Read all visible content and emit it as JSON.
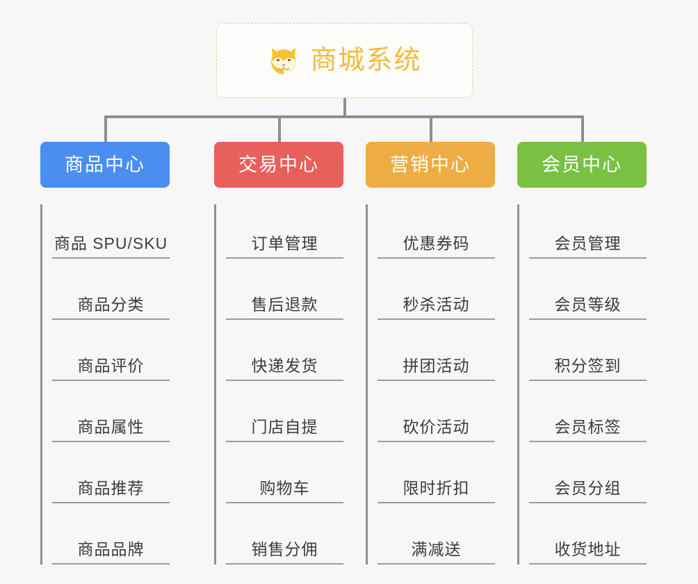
{
  "root": {
    "title": "商城系统",
    "icon": "shiba-dog-icon",
    "title_color": "#f5b940",
    "border_color": "#edc98a"
  },
  "colors": {
    "background": "#f7f7f7",
    "connector": "#8e8e8e",
    "item_text": "#3c3c3c",
    "item_rule": "#9b9b9b"
  },
  "columns": [
    {
      "label": "商品中心",
      "color": "#4a8ef0",
      "items": [
        "商品 SPU/SKU",
        "商品分类",
        "商品评价",
        "商品属性",
        "商品推荐",
        "商品品牌"
      ]
    },
    {
      "label": "交易中心",
      "color": "#e8605c",
      "items": [
        "订单管理",
        "售后退款",
        "快递发货",
        "门店自提",
        "购物车",
        "销售分佣"
      ]
    },
    {
      "label": "营销中心",
      "color": "#eeac45",
      "items": [
        "优惠券码",
        "秒杀活动",
        "拼团活动",
        "砍价活动",
        "限时折扣",
        "满减送"
      ]
    },
    {
      "label": "会员中心",
      "color": "#7ac143",
      "items": [
        "会员管理",
        "会员等级",
        "积分签到",
        "会员标签",
        "会员分组",
        "收货地址"
      ]
    }
  ]
}
